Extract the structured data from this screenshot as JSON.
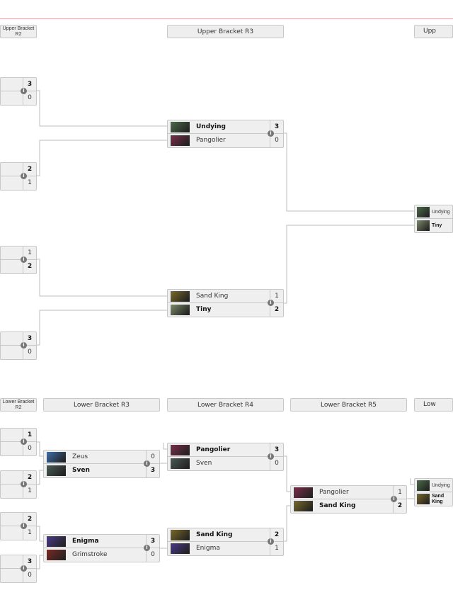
{
  "headers": [
    {
      "label": "Upper Bracket R2",
      "col": 0,
      "section": "upper"
    },
    {
      "label": "Upper Bracket R3",
      "col": 2,
      "section": "upper"
    },
    {
      "label": "Upp",
      "col": 4,
      "section": "upper"
    },
    {
      "label": "Lower Bracket R2",
      "col": 0,
      "section": "lower"
    },
    {
      "label": "Lower Bracket R3",
      "col": 1,
      "section": "lower"
    },
    {
      "label": "Lower Bracket R4",
      "col": 2,
      "section": "lower"
    },
    {
      "label": "Lower Bracket R5",
      "col": 3,
      "section": "lower"
    },
    {
      "label": "Low",
      "col": 4,
      "section": "lower"
    }
  ],
  "matches": [
    {
      "col": 0,
      "row": 0,
      "teams": [
        {
          "name": "",
          "score": "3",
          "win": true,
          "hero": ""
        },
        {
          "name": "",
          "score": "0",
          "win": false,
          "hero": ""
        }
      ]
    },
    {
      "col": 0,
      "row": 1,
      "teams": [
        {
          "name": "",
          "score": "2",
          "win": true,
          "hero": ""
        },
        {
          "name": "",
          "score": "1",
          "win": false,
          "hero": ""
        }
      ]
    },
    {
      "col": 0,
      "row": 2,
      "teams": [
        {
          "name": "",
          "score": "1",
          "win": false,
          "hero": ""
        },
        {
          "name": "",
          "score": "2",
          "win": true,
          "hero": ""
        }
      ]
    },
    {
      "col": 0,
      "row": 3,
      "teams": [
        {
          "name": "",
          "score": "3",
          "win": true,
          "hero": ""
        },
        {
          "name": "",
          "score": "0",
          "win": false,
          "hero": ""
        }
      ]
    },
    {
      "col": 2,
      "row": 4,
      "teams": [
        {
          "name": "Undying",
          "score": "3",
          "win": true,
          "hero": "#4d6b4a"
        },
        {
          "name": "Pangolier",
          "score": "0",
          "win": false,
          "hero": "#7a2e4a"
        }
      ]
    },
    {
      "col": 2,
      "row": 5,
      "teams": [
        {
          "name": "Sand King",
          "score": "1",
          "win": false,
          "hero": "#7a6a2a"
        },
        {
          "name": "Tiny",
          "score": "2",
          "win": true,
          "hero": "#7d8a6a"
        }
      ]
    },
    {
      "col": 4,
      "row": 6,
      "teams": [
        {
          "name": "Undying",
          "score": "",
          "win": false,
          "hero": "#4d6b4a"
        },
        {
          "name": "Tiny",
          "score": "",
          "win": true,
          "hero": "#7d8a6a"
        }
      ]
    },
    {
      "col": 0,
      "row": 7,
      "teams": [
        {
          "name": "",
          "score": "1",
          "win": true,
          "hero": ""
        },
        {
          "name": "",
          "score": "0",
          "win": false,
          "hero": ""
        }
      ]
    },
    {
      "col": 0,
      "row": 8,
      "teams": [
        {
          "name": "",
          "score": "2",
          "win": true,
          "hero": ""
        },
        {
          "name": "",
          "score": "1",
          "win": false,
          "hero": ""
        }
      ]
    },
    {
      "col": 0,
      "row": 9,
      "teams": [
        {
          "name": "",
          "score": "2",
          "win": true,
          "hero": ""
        },
        {
          "name": "",
          "score": "1",
          "win": false,
          "hero": ""
        }
      ]
    },
    {
      "col": 0,
      "row": 10,
      "teams": [
        {
          "name": "",
          "score": "3",
          "win": true,
          "hero": ""
        },
        {
          "name": "",
          "score": "0",
          "win": false,
          "hero": ""
        }
      ]
    },
    {
      "col": 1,
      "row": 11,
      "teams": [
        {
          "name": "Zeus",
          "score": "0",
          "win": false,
          "hero": "#3f6fa8"
        },
        {
          "name": "Sven",
          "score": "3",
          "win": true,
          "hero": "#4a5a55"
        }
      ]
    },
    {
      "col": 1,
      "row": 12,
      "teams": [
        {
          "name": "Enigma",
          "score": "3",
          "win": true,
          "hero": "#4b3a8a"
        },
        {
          "name": "Grimstroke",
          "score": "0",
          "win": false,
          "hero": "#7a2a22"
        }
      ]
    },
    {
      "col": 2,
      "row": 13,
      "teams": [
        {
          "name": "Pangolier",
          "score": "3",
          "win": true,
          "hero": "#7a2e4a"
        },
        {
          "name": "Sven",
          "score": "0",
          "win": false,
          "hero": "#4a5a55"
        }
      ]
    },
    {
      "col": 2,
      "row": 14,
      "teams": [
        {
          "name": "Sand King",
          "score": "2",
          "win": true,
          "hero": "#7a6a2a"
        },
        {
          "name": "Enigma",
          "score": "1",
          "win": false,
          "hero": "#4b3a8a"
        }
      ]
    },
    {
      "col": 3,
      "row": 15,
      "teams": [
        {
          "name": "Pangolier",
          "score": "1",
          "win": false,
          "hero": "#7a2e4a"
        },
        {
          "name": "Sand King",
          "score": "2",
          "win": true,
          "hero": "#7a6a2a"
        }
      ]
    },
    {
      "col": 4,
      "row": 16,
      "teams": [
        {
          "name": "Undying",
          "score": "",
          "win": false,
          "hero": "#4d6b4a"
        },
        {
          "name": "Sand King",
          "score": "",
          "win": true,
          "hero": "#7a6a2a"
        }
      ]
    }
  ],
  "colors": {
    "line": "#bdbdbd",
    "accent_line": "#e3a9ae",
    "cell": "#efefef",
    "info": "#777777"
  }
}
